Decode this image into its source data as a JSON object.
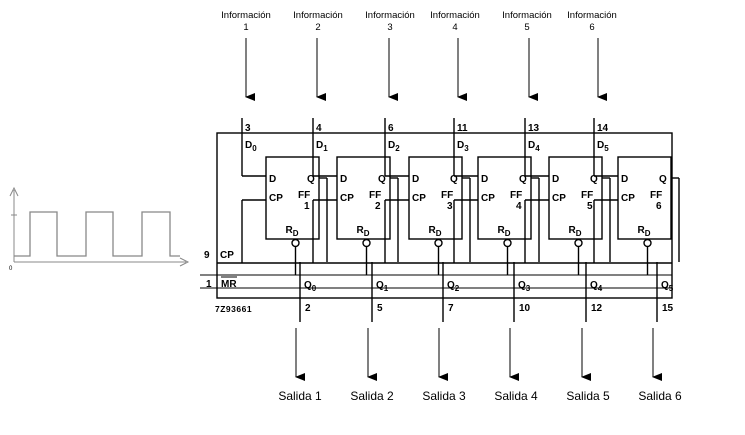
{
  "inputs": [
    {
      "label": "Información",
      "number": "1",
      "pin": "3",
      "d_base": "D",
      "d_sub": "0"
    },
    {
      "label": "Información",
      "number": "2",
      "pin": "4",
      "d_base": "D",
      "d_sub": "1"
    },
    {
      "label": "Información",
      "number": "3",
      "pin": "6",
      "d_base": "D",
      "d_sub": "2"
    },
    {
      "label": "Información",
      "number": "4",
      "pin": "11",
      "d_base": "D",
      "d_sub": "3"
    },
    {
      "label": "Información",
      "number": "5",
      "pin": "13",
      "d_base": "D",
      "d_sub": "4"
    },
    {
      "label": "Información",
      "number": "6",
      "pin": "14",
      "d_base": "D",
      "d_sub": "5"
    }
  ],
  "flipflops": [
    {
      "d": "D",
      "q": "Q",
      "cp": "CP",
      "ff": "FF",
      "num": "1",
      "rd_base": "R",
      "rd_sub": "D"
    },
    {
      "d": "D",
      "q": "Q",
      "cp": "CP",
      "ff": "FF",
      "num": "2",
      "rd_base": "R",
      "rd_sub": "D"
    },
    {
      "d": "D",
      "q": "Q",
      "cp": "CP",
      "ff": "FF",
      "num": "3",
      "rd_base": "R",
      "rd_sub": "D"
    },
    {
      "d": "D",
      "q": "Q",
      "cp": "CP",
      "ff": "FF",
      "num": "4",
      "rd_base": "R",
      "rd_sub": "D"
    },
    {
      "d": "D",
      "q": "Q",
      "cp": "CP",
      "ff": "FF",
      "num": "5",
      "rd_base": "R",
      "rd_sub": "D"
    },
    {
      "d": "D",
      "q": "Q",
      "cp": "CP",
      "ff": "FF",
      "num": "6",
      "rd_base": "R",
      "rd_sub": "D"
    }
  ],
  "outputs": [
    {
      "q_base": "Q",
      "q_sub": "0",
      "pin": "2",
      "label": "Salida 1"
    },
    {
      "q_base": "Q",
      "q_sub": "1",
      "pin": "5",
      "label": "Salida 2"
    },
    {
      "q_base": "Q",
      "q_sub": "2",
      "pin": "7",
      "label": "Salida 3"
    },
    {
      "q_base": "Q",
      "q_sub": "3",
      "pin": "10",
      "label": "Salida 4"
    },
    {
      "q_base": "Q",
      "q_sub": "4",
      "pin": "12",
      "label": "Salida 5"
    },
    {
      "q_base": "Q",
      "q_sub": "5",
      "pin": "15",
      "label": "Salida 6"
    }
  ],
  "clock": {
    "pin": "9",
    "label": "CP"
  },
  "reset": {
    "pin": "1",
    "label": "MR"
  },
  "chip_code": "7Z93661",
  "waveform": {
    "zero_label": "0"
  }
}
